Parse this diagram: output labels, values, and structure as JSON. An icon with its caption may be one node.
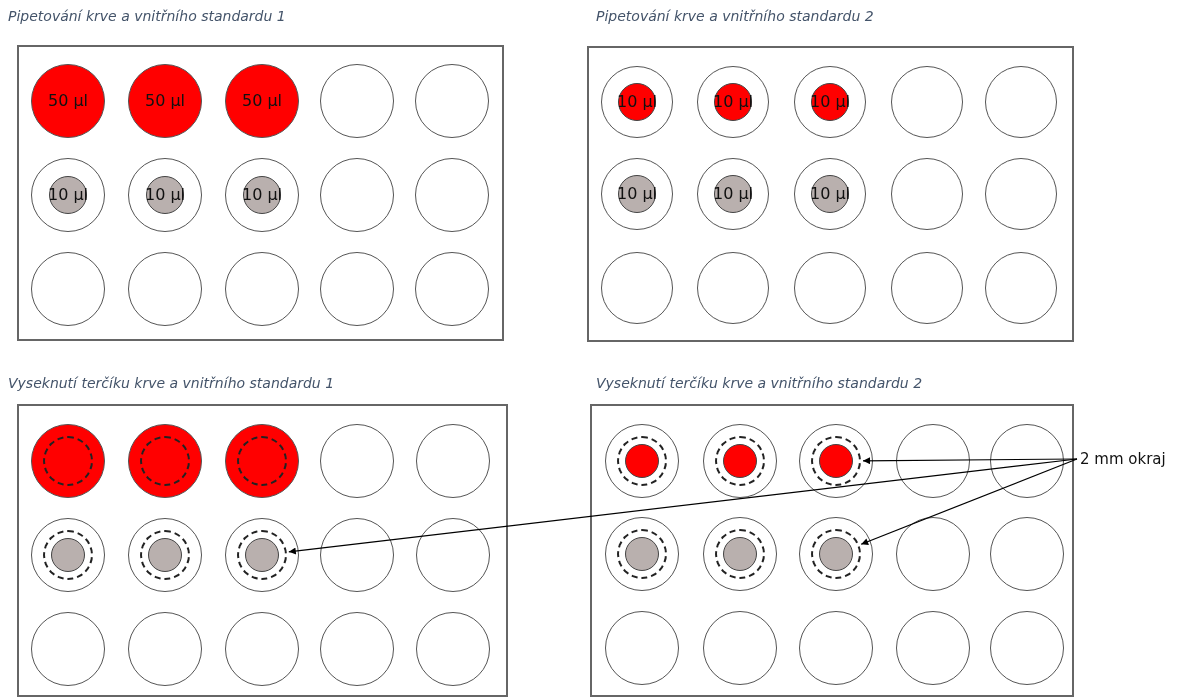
{
  "diagram": {
    "nodes": [
      {
        "text": [
          "Pipetování krve a vnitřního standardu 1"
        ]
      },
      {
        "text": [
          "50 µl"
        ],
        "in": 0
      },
      {
        "text": [
          "50 µl"
        ],
        "in": 0
      },
      {
        "text": [
          "50 µl"
        ],
        "in": 0
      },
      {
        "text": [],
        "shape": "circle",
        "in": 0
      },
      {
        "text": [],
        "shape": "circle",
        "in": 0
      },
      {
        "text": [
          "10 µl"
        ],
        "in": 0
      },
      {
        "text": [
          "10 µl"
        ],
        "in": 0
      },
      {
        "text": [
          "10 µl"
        ],
        "in": 0
      },
      {
        "text": [],
        "shape": "circle",
        "in": 0
      },
      {
        "text": [],
        "shape": "circle",
        "in": 0
      },
      {
        "text": [],
        "shape": "circle",
        "in": 0
      },
      {
        "text": [],
        "shape": "circle",
        "in": 0
      },
      {
        "text": [],
        "shape": "circle",
        "in": 0
      },
      {
        "text": [],
        "shape": "circle",
        "in": 0
      },
      {
        "text": [],
        "shape": "circle",
        "in": 0
      },
      {
        "text": [
          "Pipetování krve a vnitřního standardu 2"
        ]
      },
      {
        "text": [
          "10 µl"
        ],
        "in": 16
      },
      {
        "text": [
          "10 µl"
        ],
        "in": 16
      },
      {
        "text": [
          "10 µl"
        ],
        "in": 16
      },
      {
        "text": [],
        "shape": "circle",
        "in": 16
      },
      {
        "text": [],
        "shape": "circle",
        "in": 16
      },
      {
        "text": [
          "10 µl"
        ],
        "in": 16
      },
      {
        "text": [
          "10 µl"
        ],
        "in": 16
      },
      {
        "text": [
          "10 µl"
        ],
        "in": 16
      },
      {
        "text": [],
        "shape": "circle",
        "in": 16
      },
      {
        "text": [],
        "shape": "circle",
        "in": 16
      },
      {
        "text": [],
        "shape": "circle",
        "in": 16
      },
      {
        "text": [],
        "shape": "circle",
        "in": 16
      },
      {
        "text": [],
        "shape": "circle",
        "in": 16
      },
      {
        "text": [],
        "shape": "circle",
        "in": 16
      },
      {
        "text": [],
        "shape": "circle",
        "in": 16
      },
      {
        "text": [
          "Vyseknutí terčíku krve a vnitřního standardu 1"
        ]
      },
      {
        "text": [],
        "shape": "circle",
        "in": 32
      },
      {
        "text": [],
        "shape": "circle",
        "in": 32
      },
      {
        "text": [],
        "shape": "circle",
        "in": 32
      },
      {
        "text": [],
        "shape": "circle",
        "in": 32
      },
      {
        "text": [],
        "shape": "circle",
        "in": 32
      },
      {
        "text": [],
        "shape": "circle",
        "in": 32
      },
      {
        "text": [],
        "shape": "circle",
        "in": 32
      },
      {
        "text": [],
        "shape": "circle",
        "in": 32
      },
      {
        "text": [],
        "shape": "circle",
        "in": 32
      },
      {
        "text": [],
        "shape": "circle",
        "in": 32
      },
      {
        "text": [],
        "shape": "circle",
        "in": 32
      },
      {
        "text": [],
        "shape": "circle",
        "in": 32
      },
      {
        "text": [],
        "shape": "circle",
        "in": 32
      },
      {
        "text": [],
        "shape": "circle",
        "in": 32
      },
      {
        "text": [],
        "shape": "circle",
        "in": 32
      },
      {
        "text": [
          "Vyseknutí terčíku krve a vnitřního standardu 2"
        ]
      },
      {
        "text": [],
        "shape": "circle",
        "in": 48
      },
      {
        "text": [],
        "shape": "circle",
        "in": 48
      },
      {
        "text": [],
        "shape": "circle",
        "in": 48
      },
      {
        "text": [],
        "shape": "circle",
        "in": 48
      },
      {
        "text": [],
        "shape": "circle",
        "in": 48
      },
      {
        "text": [],
        "shape": "circle",
        "in": 48
      },
      {
        "text": [],
        "shape": "circle",
        "in": 48
      },
      {
        "text": [],
        "shape": "circle",
        "in": 48
      },
      {
        "text": [],
        "shape": "circle",
        "in": 48
      },
      {
        "text": [],
        "shape": "circle",
        "in": 48
      },
      {
        "text": [],
        "shape": "circle",
        "in": 48
      },
      {
        "text": [],
        "shape": "circle",
        "in": 48
      },
      {
        "text": [],
        "shape": "circle",
        "in": 48
      },
      {
        "text": [],
        "shape": "circle",
        "in": 48
      },
      {
        "text": [],
        "shape": "circle",
        "in": 48
      },
      {
        "text": [
          "2 mm okraj"
        ]
      }
    ],
    "edges": [
      {
        "from": 64,
        "to": 51,
        "arrow": "to"
      },
      {
        "from": 64,
        "to": 40,
        "arrow": "to"
      },
      {
        "from": 64,
        "to": 56,
        "arrow": "to"
      }
    ]
  }
}
